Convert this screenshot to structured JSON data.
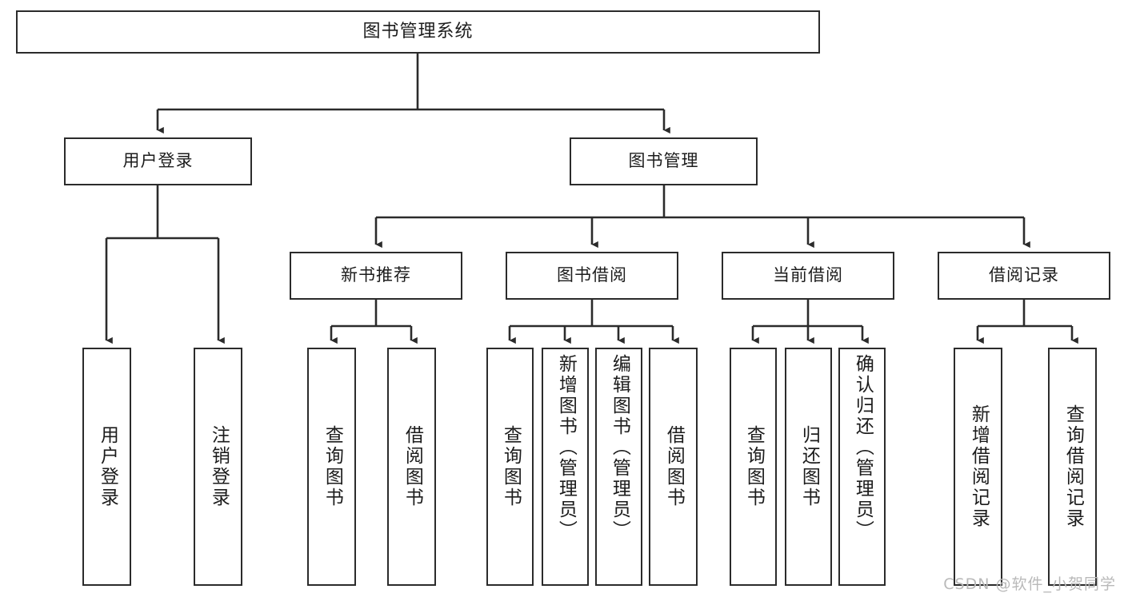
{
  "diagram": {
    "title": "图书管理系统",
    "type": "tree",
    "watermark": "CSDN @软件_小贺同学",
    "colors": {
      "box_border": "#2b2b2b",
      "box_fill": "#ffffff",
      "edge": "#2b2b2b",
      "text": "#1c1c1c",
      "watermark": "#b9b9b9",
      "background": "#ffffff"
    },
    "levels": {
      "root": {
        "label": "图书管理系统"
      },
      "level2": [
        {
          "label": "用户登录"
        },
        {
          "label": "图书管理"
        }
      ],
      "level3": [
        {
          "label": "新书推荐"
        },
        {
          "label": "图书借阅"
        },
        {
          "label": "当前借阅"
        },
        {
          "label": "借阅记录"
        }
      ],
      "leaves": {
        "user_login": [
          {
            "label": "用户登录"
          },
          {
            "label": "注销登录"
          }
        ],
        "new_book_recommend": [
          {
            "label": "查询图书"
          },
          {
            "label": "借阅图书"
          }
        ],
        "book_borrow": [
          {
            "label": "查询图书"
          },
          {
            "label": "新增图书（管理员）"
          },
          {
            "label": "编辑图书（管理员）"
          },
          {
            "label": "借阅图书"
          }
        ],
        "current_borrow": [
          {
            "label": "查询图书"
          },
          {
            "label": "归还图书"
          },
          {
            "label": "确认归还（管理员）"
          }
        ],
        "borrow_record": [
          {
            "label": "新增借阅记录"
          },
          {
            "label": "查询借阅记录"
          }
        ]
      }
    }
  }
}
